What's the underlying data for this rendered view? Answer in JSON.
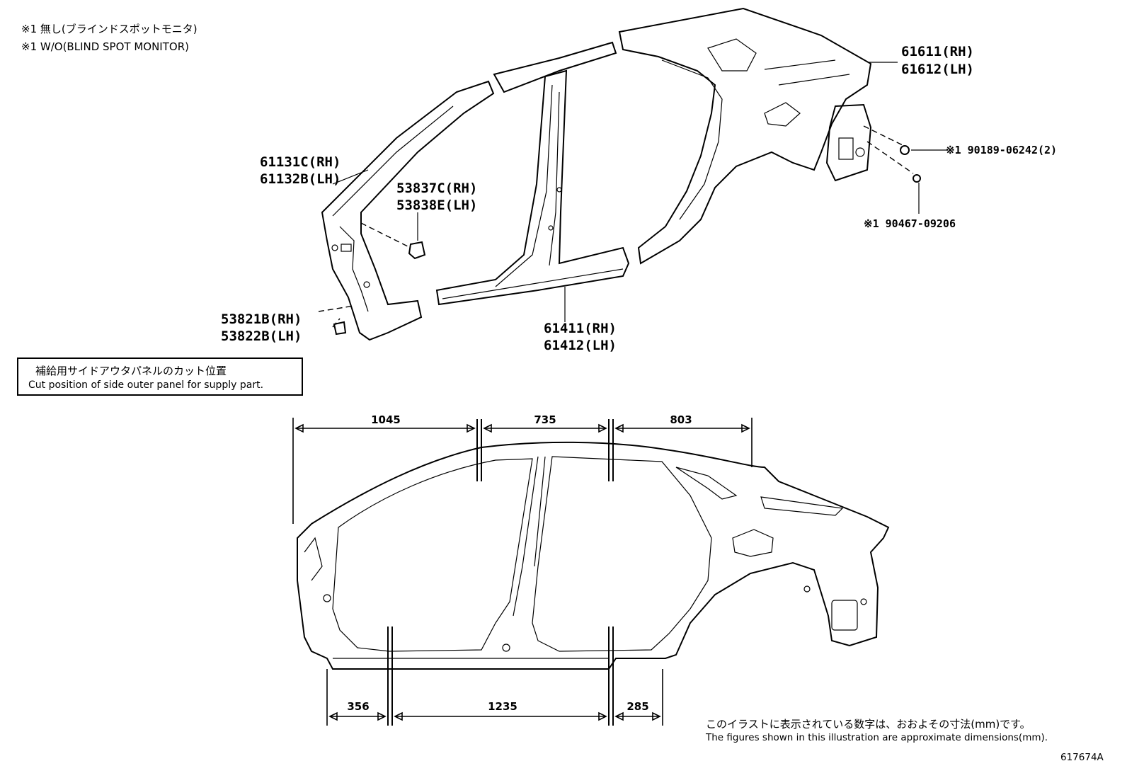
{
  "notes": {
    "line1": "※1 無し(ブラインドスポットモニタ)",
    "line2": "※1 W/O(BLIND SPOT MONITOR)"
  },
  "parts": {
    "p61611": "61611(RH)",
    "p61612": "61612(LH)",
    "p61131c": "61131C(RH)",
    "p61132b": "61132B(LH)",
    "p53837c": "53837C(RH)",
    "p53838e": "53838E(LH)",
    "p53821b": "53821B(RH)",
    "p53822b": "53822B(LH)",
    "p61411": "61411(RH)",
    "p61412": "61412(LH)",
    "p90189": "※1 90189-06242(2)",
    "p90467": "※1 90467-09206"
  },
  "cut_box": {
    "jp": "補給用サイドアウタパネルのカット位置",
    "en": "Cut position of side outer panel for supply part."
  },
  "dimensions": {
    "top": [
      "1045",
      "735",
      "803"
    ],
    "bottom": [
      "356",
      "1235",
      "285"
    ]
  },
  "footer": {
    "jp": "このイラストに表示されている数字は、おおよその寸法(mm)です。",
    "en": "The figures shown in this illustration are approximate dimensions(mm).",
    "code": "617674A"
  }
}
